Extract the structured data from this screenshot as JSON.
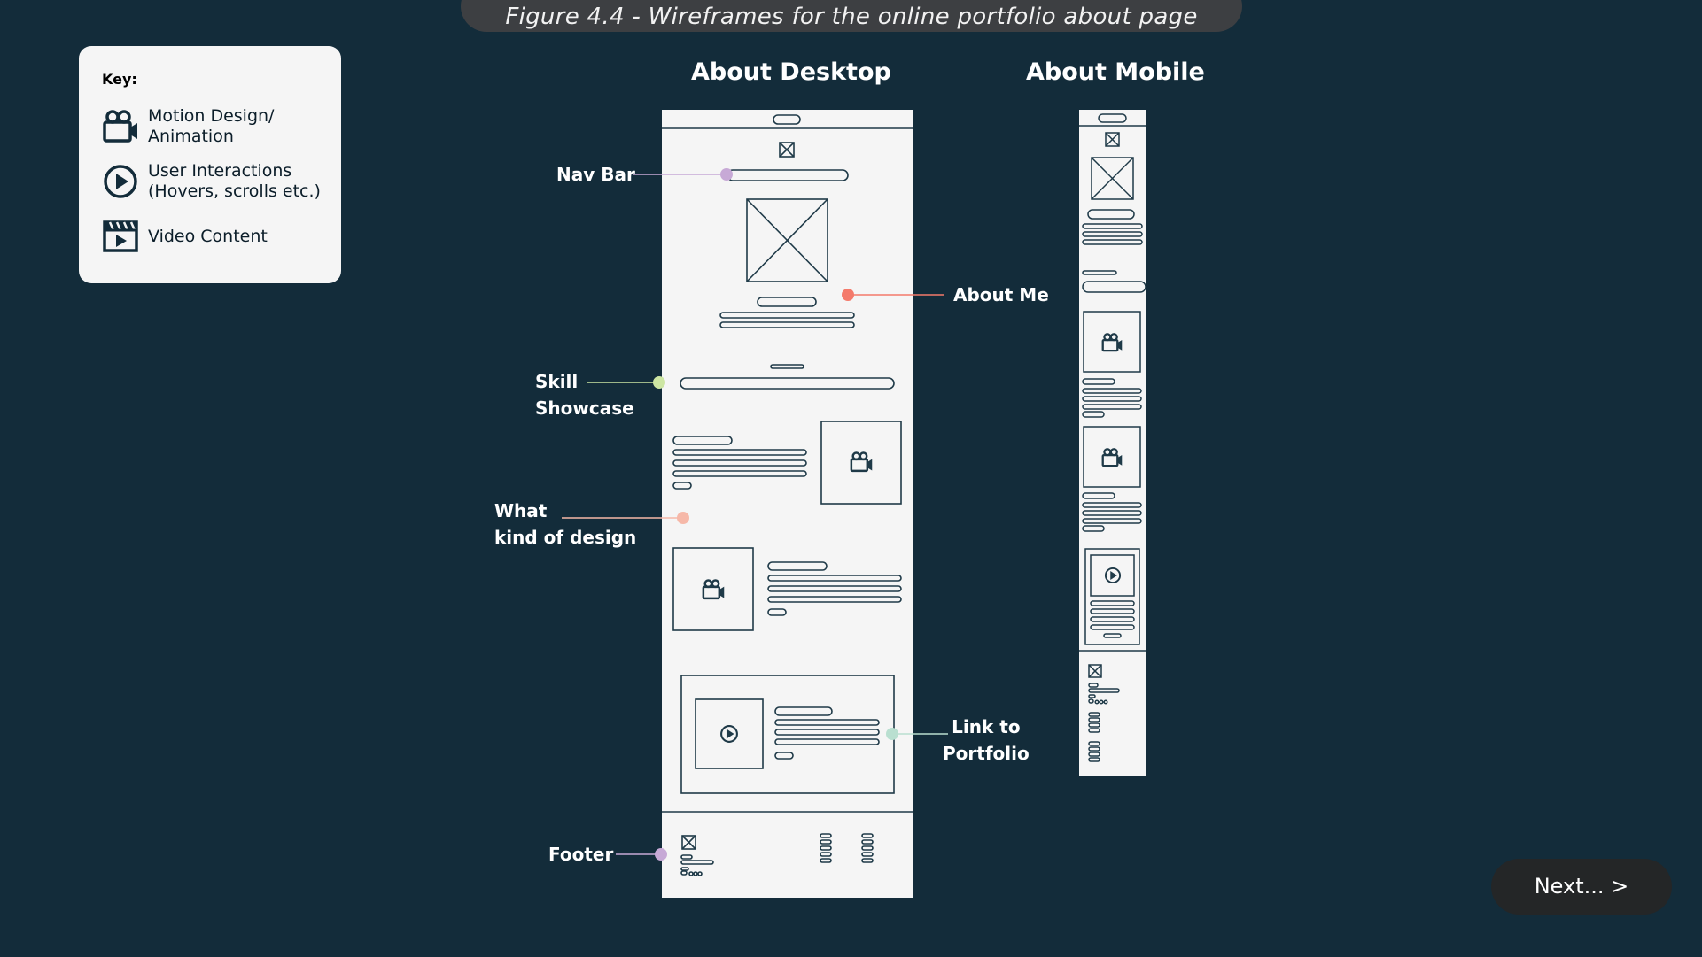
{
  "figure_title": "Figure 4.4 - Wireframes for the online portfolio about page",
  "key": {
    "title": "Key:",
    "items": [
      {
        "icon": "camera-icon",
        "label": "Motion Design/\nAnimation"
      },
      {
        "icon": "play-circle-icon",
        "label": "User Interactions\n(Hovers, scrolls etc.)"
      },
      {
        "icon": "clapperboard-icon",
        "label": "Video Content"
      }
    ]
  },
  "headings": {
    "desktop": "About Desktop",
    "mobile": "About Mobile"
  },
  "annotations": {
    "nav_bar": "Nav Bar",
    "about_me": "About Me",
    "skill_showcase": "Skill\nShowcase",
    "what_kind": "What\nkind of design",
    "link_portfolio": "Link to\nPortfolio",
    "footer": "Footer"
  },
  "colors": {
    "background": "#132c3a",
    "wireframe_fill": "#f5f5f5",
    "wireframe_stroke": "#1f3a48",
    "nav_bar_dot": "#c7a9d6",
    "about_me_dot": "#f47a6b",
    "skill_dot": "#cde6a3",
    "what_kind_dot": "#f6b8a8",
    "portfolio_dot": "#b9dfd0",
    "footer_dot": "#c7a9d6"
  },
  "next_button": "Next... >"
}
